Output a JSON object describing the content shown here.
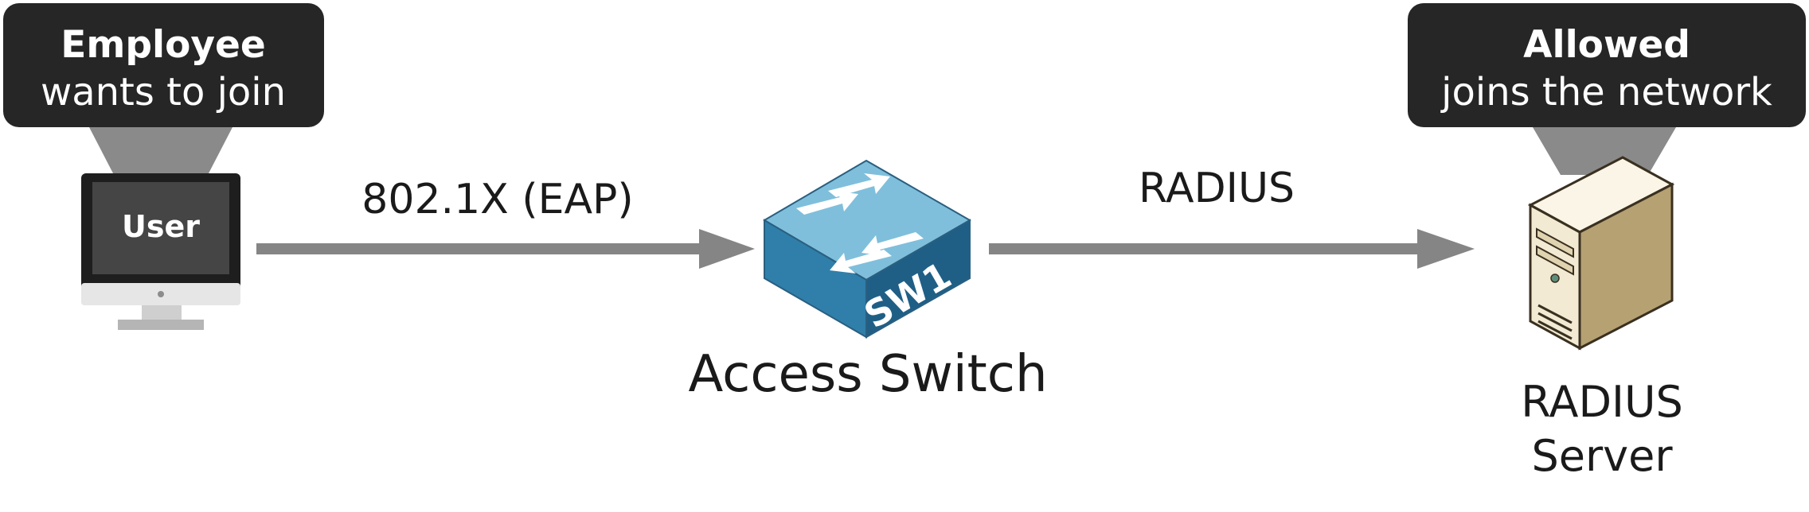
{
  "diagram": {
    "user_callout": {
      "title": "Employee",
      "subtitle": "wants to join"
    },
    "server_callout": {
      "title": "Allowed",
      "subtitle": "joins the network"
    },
    "user_device": {
      "screen_label": "User"
    },
    "switch_device": {
      "badge": "SW1",
      "label": "Access Switch"
    },
    "server_device": {
      "label_line1": "RADIUS",
      "label_line2": "Server"
    },
    "links": [
      {
        "label": "802.1X (EAP)"
      },
      {
        "label": "RADIUS"
      }
    ],
    "colors": {
      "callout_bg": "#262626",
      "callout_stem": "#8a8a8a",
      "arrow": "#858585",
      "switch_top": "#7fbfdc",
      "switch_front": "#2f7faa",
      "switch_side": "#1f5f86",
      "server_front": "#f3ead3",
      "server_side": "#b6a173"
    }
  }
}
